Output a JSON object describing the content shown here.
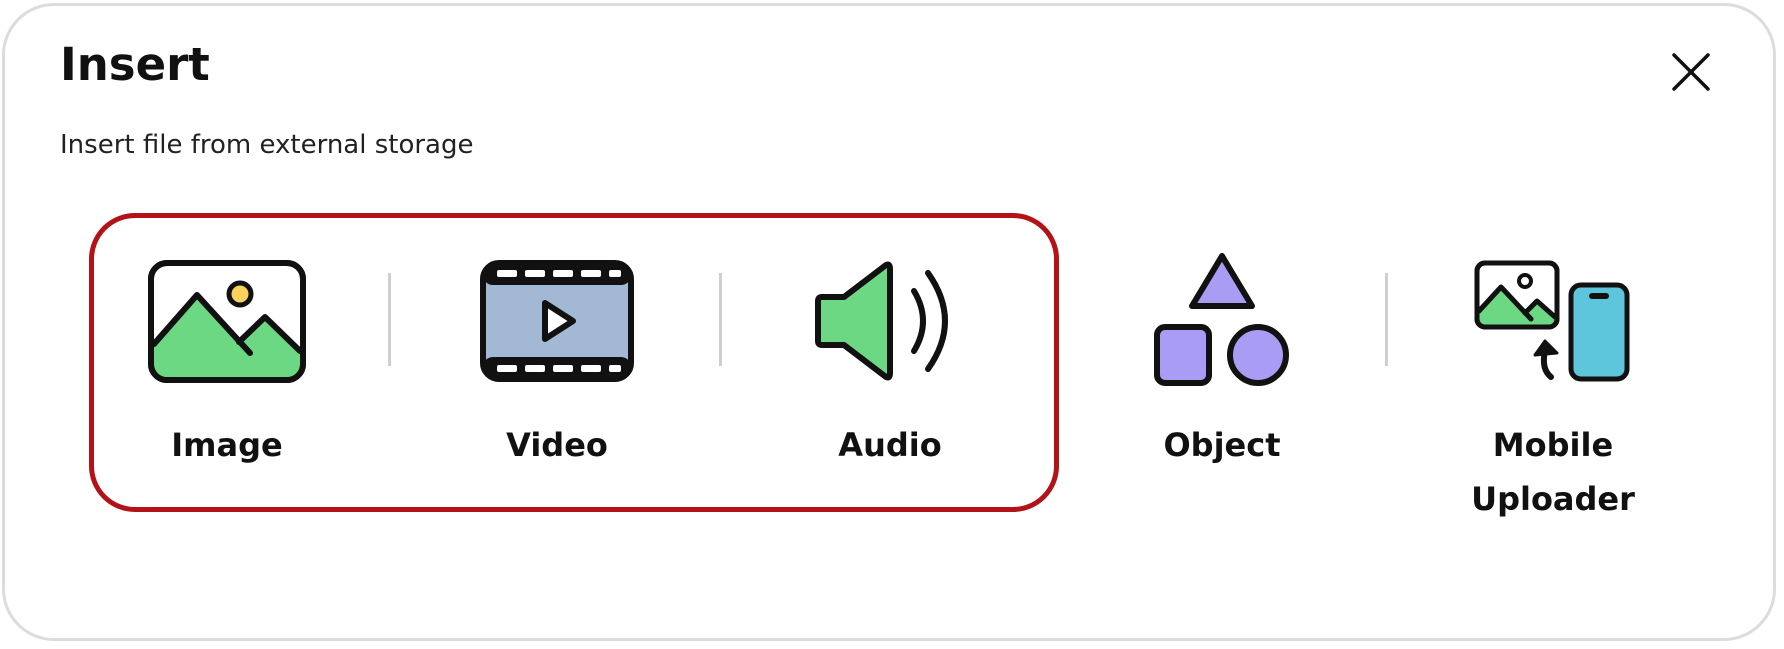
{
  "dialog": {
    "title": "Insert",
    "subtitle": "Insert file from external storage",
    "close_icon": "close-icon",
    "highlight_color": "#b31318"
  },
  "options": [
    {
      "label": "Image",
      "icon": "image-icon"
    },
    {
      "label": "Video",
      "icon": "video-icon"
    },
    {
      "label": "Audio",
      "icon": "audio-icon"
    },
    {
      "label": "Object",
      "icon": "shapes-icon"
    },
    {
      "label": "Mobile\nUploader",
      "icon": "mobile-uploader-icon"
    }
  ],
  "colors": {
    "green": "#6dd884",
    "video_blue": "#a3b8d4",
    "purple": "#a99cf5",
    "cyan": "#5ec6dc",
    "sun_yellow": "#f9d35b"
  }
}
